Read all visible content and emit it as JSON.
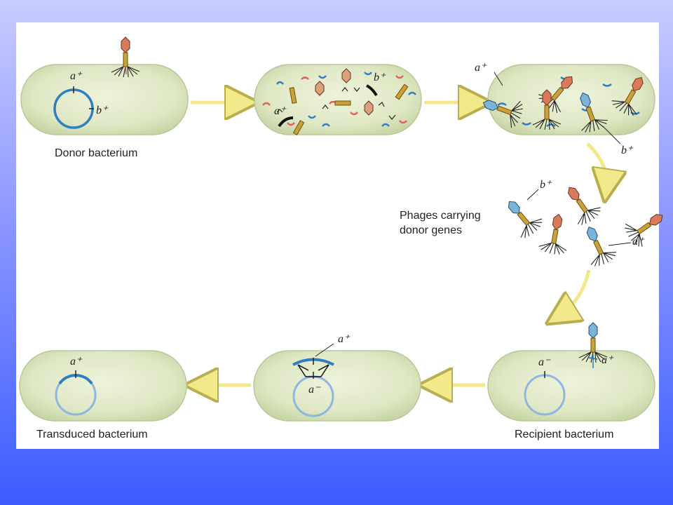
{
  "labels": {
    "donor": "Donor bacterium",
    "phages_line1": "Phages carrying",
    "phages_line2": "donor genes",
    "recipient": "Recipient bacterium",
    "transduced": "Transduced bacterium"
  },
  "genes": {
    "a_plus": "a⁺",
    "b_plus": "b⁺",
    "a_minus": "a⁻"
  },
  "colors": {
    "cell_fill": "#dfe8c4",
    "cell_edge": "#b9c79a",
    "donor_dna": "#2f7fc0",
    "recipient_dna": "#8fb6e0",
    "phage_head": "#d97a5a",
    "phage_head_blue": "#7ab4d8",
    "phage_tail": "#c9a23a",
    "arrow": "#f5f0a0"
  }
}
